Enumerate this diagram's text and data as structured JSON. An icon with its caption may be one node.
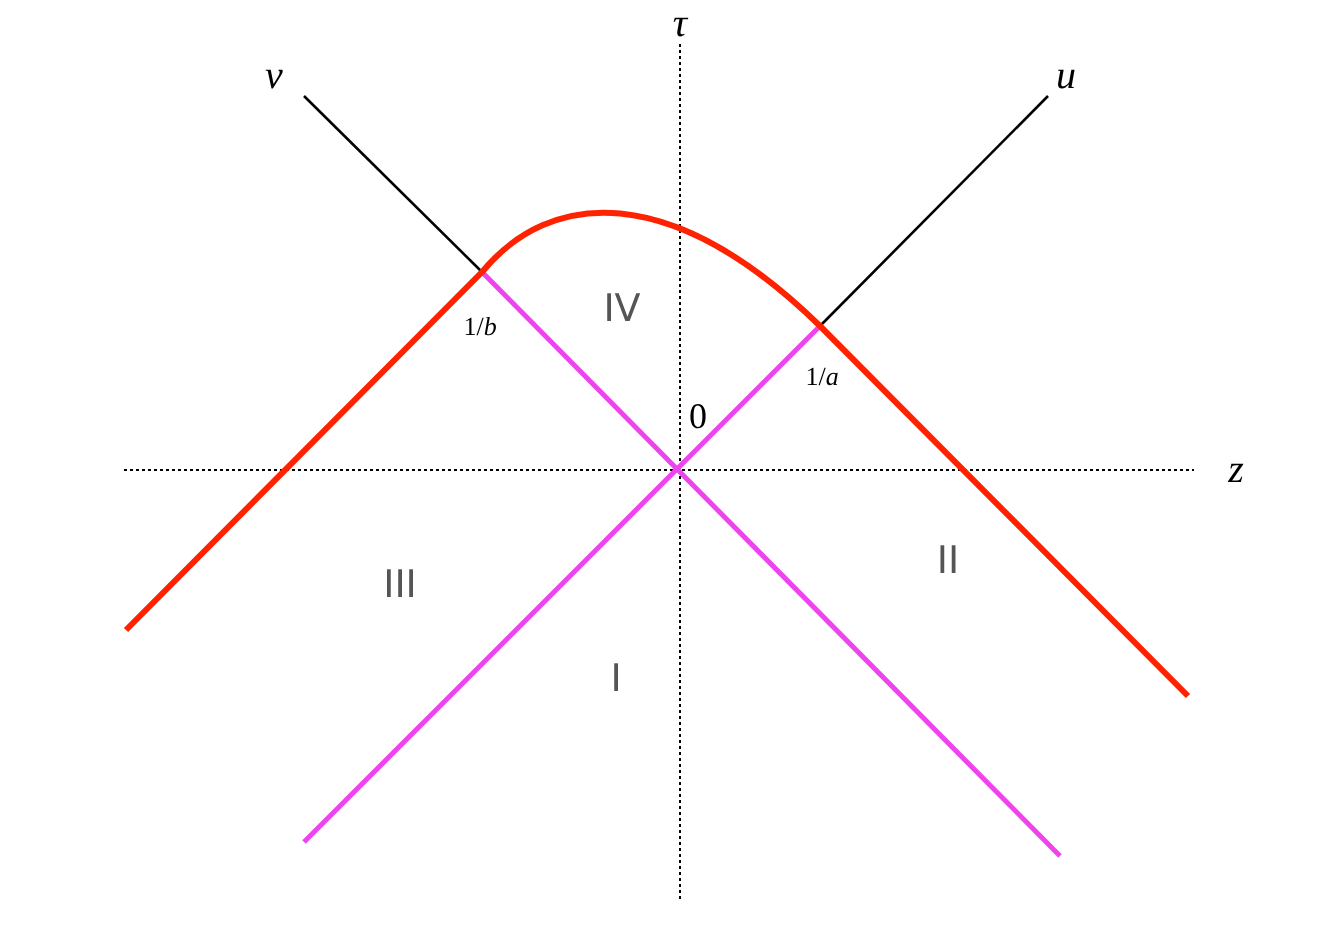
{
  "diagram": {
    "labels": [
      "τ",
      "v",
      "u",
      "IV",
      "1/*b*",
      "1/*a*",
      "0",
      "z",
      "III",
      "II",
      "I"
    ]
  }
}
